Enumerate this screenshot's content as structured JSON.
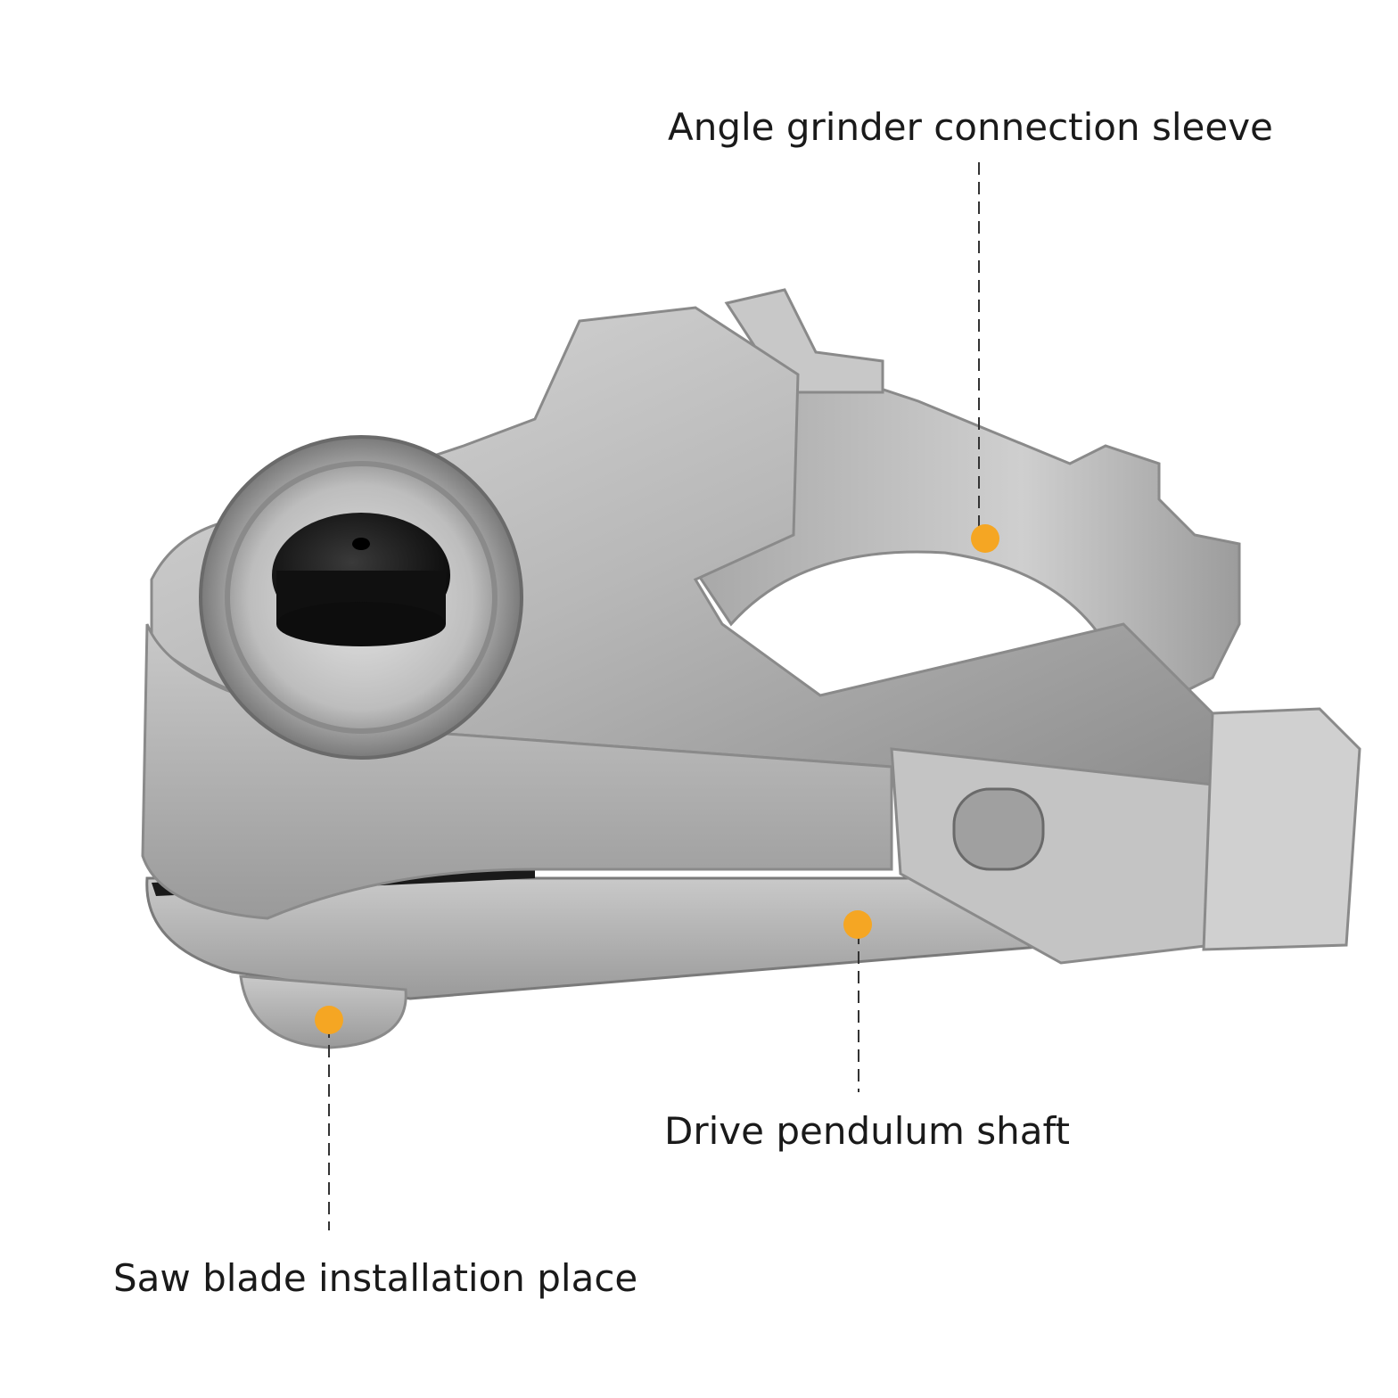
{
  "callouts": {
    "sleeve": {
      "text": "Angle grinder connection sleeve"
    },
    "shaft": {
      "text": "Drive pendulum shaft"
    },
    "blade": {
      "text": "Saw blade installation place"
    }
  },
  "colors": {
    "marker": "#F5A623",
    "leader_line": "#333333",
    "metal": "#BDBDBD"
  },
  "image": {
    "subject": "saw-adapter-photo"
  }
}
